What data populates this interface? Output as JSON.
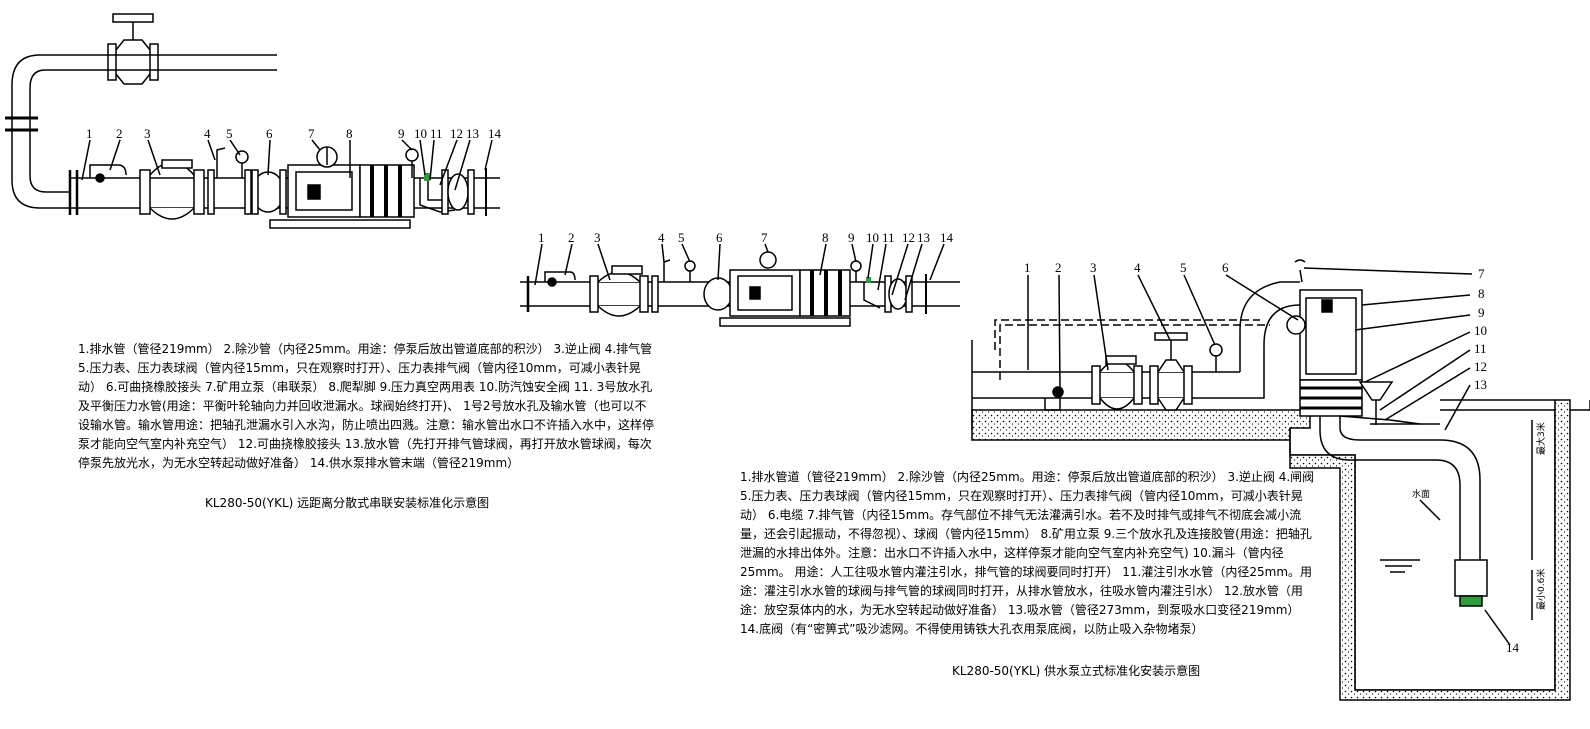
{
  "drawing1": {
    "numbers": [
      "1",
      "2",
      "3",
      "4",
      "5",
      "6",
      "7",
      "8",
      "9",
      "10",
      "11",
      "12",
      "13",
      "14"
    ],
    "legend": "1.排水管（管径219mm） 2.除沙管（内径25mm。用途：停泵后放出管道底部的积沙） 3.逆止阀 4.排气管 5.压力表、压力表球阀（管内径15mm，只在观察时打开）、压力表排气阀（管内径10mm，可减小表针晃动） 6.可曲挠橡胶接头 7.矿用立泵（串联泵） 8.爬犁脚 9.压力真空两用表 10.防汽蚀安全阀 11. 3号放水孔及平衡压力水管(用途：平衡叶轮轴向力并回收泄漏水。球阀始终打开)、 1号2号放水孔及输水管（也可以不设输水管。输水管用途：把轴孔泄漏水引入水沟，防止喷出四溅。注意：输水管出水口不许插入水中，这样停泵才能向空气室内补充空气） 12.可曲挠橡胶接头 13.放水管（先打开排气管球阀，再打开放水管球阀，每次停泵先放光水，为无水空转起动做好准备） 14.供水泵排水管末端（管径219mm）",
    "caption": "KL280-50(YKL) 远距离分散式串联安装标准化示意图"
  },
  "drawing2": {
    "numbers": [
      "1",
      "2",
      "3",
      "4",
      "5",
      "6",
      "7",
      "8",
      "9",
      "10",
      "11",
      "12",
      "13",
      "14"
    ],
    "legend": "1.排水管道（管径219mm） 2.除沙管（内径25mm。用途：停泵后放出管道底部的积沙） 3.逆止阀 4.闸阀 5.压力表、压力表球阀（管内径15mm，只在观察时打开）、压力表排气阀（管内径10mm，可减小表针晃动） 6.电缆 7.排气管（内径15mm。存气部位不排气无法灌满引水。若不及时排气或排气不彻底会减小流量，还会引起振动，不得忽视）、球阀（管内径15mm） 8.矿用立泵 9.三个放水孔及连接胶管(用途：把轴孔泄漏的水排出体外。注意：出水口不许插入水中，这样停泵才能向空气室内补充空气) 10.漏斗（管内径25mm。 用途：人工往吸水管内灌注引水，排气管的球阀要同时打开） 11.灌注引水水管（内径25mm。用途：灌注引水水管的球阀与排气管的球阀同时打开，从排水管放水，往吸水管内灌注引水） 12.放水管（用途：放空泵体内的水，为无水空转起动做好准备） 13.吸水管（管径273mm，到泵吸水口变径219mm） 14.底阀（有“密箅式”吸沙滤网。不得使用铸铁大孔衣用泵底阀，以防止吸入杂物堵泵）",
    "caption": "KL280-50(YKL) 供水泵立式标准化安装示意图",
    "water_label": "水面",
    "depth_labels": [
      "最大3米",
      "最小0.6米"
    ]
  },
  "drawing3": {
    "numbers": [
      "1",
      "2",
      "3",
      "4",
      "5",
      "6",
      "7",
      "8",
      "9",
      "10",
      "11",
      "12",
      "13",
      "14"
    ]
  },
  "colors": {
    "line": "#000000",
    "filter": "#2e9d3a",
    "accent": "#2e9d3a"
  }
}
